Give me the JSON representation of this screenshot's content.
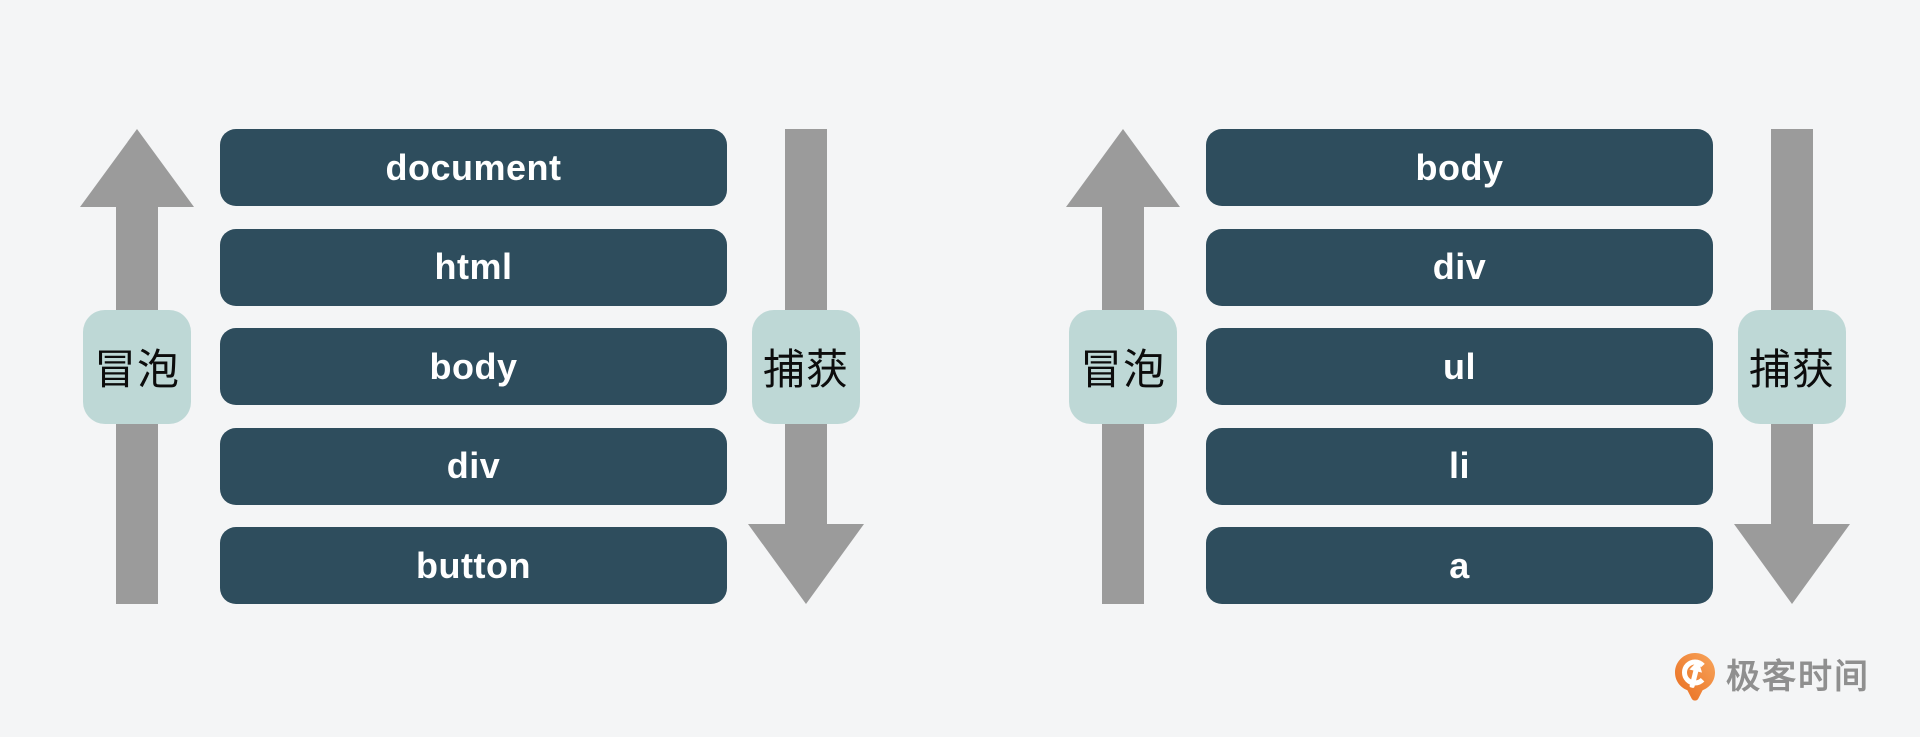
{
  "page": {
    "background_color": "#f4f5f6",
    "node_box_color": "#2e4d5d",
    "node_text_color": "#ffffff",
    "arrow_color": "#9b9b9b",
    "flow_label_bg_color": "#bed8d6",
    "flow_label_text_color": "#0c0c0c"
  },
  "diagrams": [
    {
      "bubble_label": "冒泡",
      "bubble_direction": "up",
      "capture_label": "捕获",
      "capture_direction": "down",
      "boxes": [
        "document",
        "html",
        "body",
        "div",
        "button"
      ]
    },
    {
      "bubble_label": "冒泡",
      "bubble_direction": "up",
      "capture_label": "捕获",
      "capture_direction": "down",
      "boxes": [
        "body",
        "div",
        "ul",
        "li",
        "a"
      ]
    }
  ],
  "logo": {
    "text": "极客时间",
    "icon_color_light": "#f8a55b",
    "icon_color_dark": "#e86c1f",
    "text_color": "#8f8f8f"
  }
}
